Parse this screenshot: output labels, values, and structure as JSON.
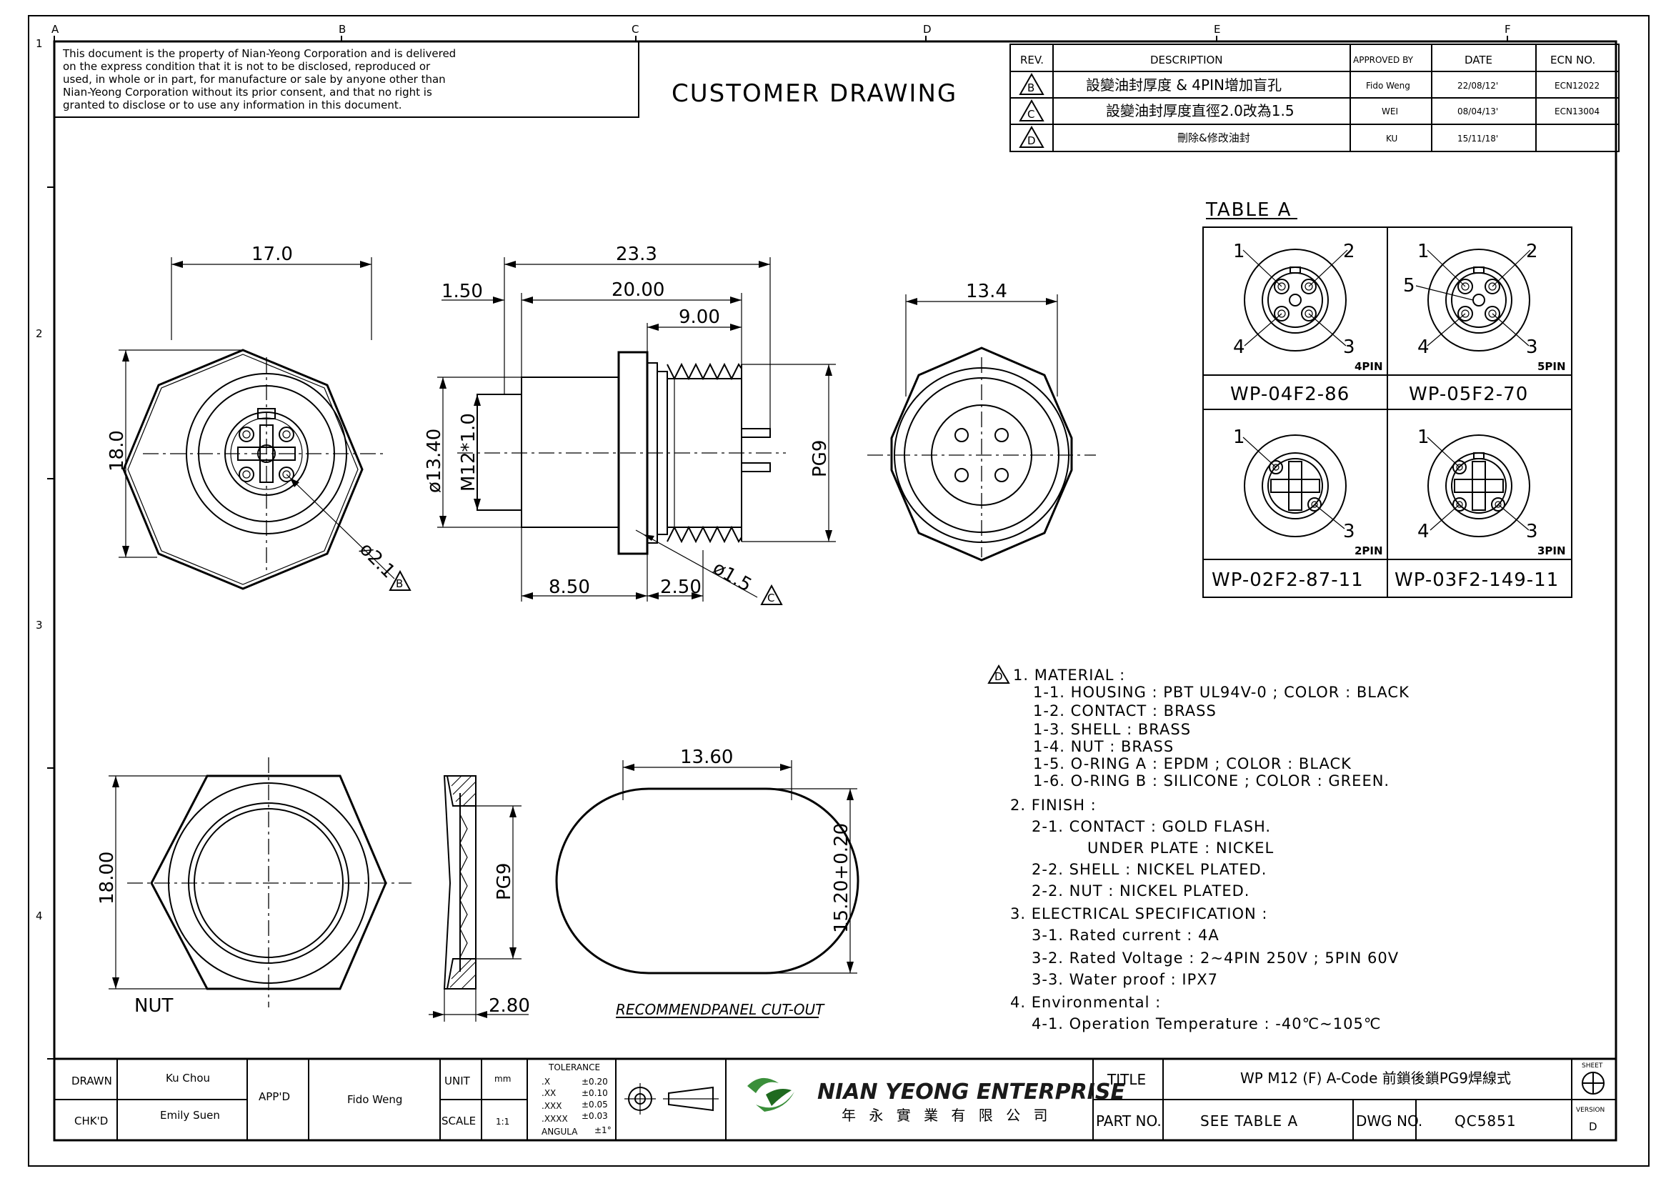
{
  "drawing": {
    "title": "CUSTOMER DRAWING",
    "property_notice": [
      "This document is the property of Nian-Yeong Corporation and is delivered",
      "on  the  express condition that it is not to be disclosed, reproduced or",
      "used, in whole or in part, for manufacture or sale by anyone other than",
      "Nian-Yeong Corporation without  its prior consent, and that  no right  is",
      "granted to disclose or to use any information in this  document."
    ],
    "zone_columns": [
      "A",
      "B",
      "C",
      "D",
      "E",
      "F"
    ],
    "zone_rows": [
      "1",
      "2",
      "3",
      "4"
    ]
  },
  "revision_table": {
    "headers": {
      "rev": "REV.",
      "description": "DESCRIPTION",
      "approved": "APPROVED BY",
      "date": "DATE",
      "ecn": "ECN NO."
    },
    "rows": [
      {
        "rev": "B",
        "description": "設變油封厚度 & 4PIN增加盲孔",
        "approved": "Fido Weng",
        "date": "22/08/12'",
        "ecn": "ECN12022"
      },
      {
        "rev": "C",
        "description": "設變油封厚度直徑2.0改為1.5",
        "approved": "WEI",
        "date": "08/04/13'",
        "ecn": "ECN13004"
      },
      {
        "rev": "D",
        "description": "刪除&修改油封",
        "approved": "KU",
        "date": "15/11/18'",
        "ecn": ""
      }
    ]
  },
  "dimensions": {
    "front_width": "17.0",
    "front_height": "18.0",
    "pin_dia": "ø2.1",
    "pin_dia_rev": "B",
    "side_total": "23.3",
    "side_flange": "1.50",
    "side_body": "20.00",
    "side_thread": "9.00",
    "side_dia": "ø13.40",
    "side_thread_size": "M12*1.0",
    "side_pg": "PG9",
    "side_front": "8.50",
    "side_nut": "2.50",
    "side_hole": "ø1.5",
    "side_hole_rev": "C",
    "rear_dia": "13.4",
    "nut_height": "18.00",
    "nut_label": "NUT",
    "nut_pg": "PG9",
    "nut_thickness": "2.80",
    "cutout_width": "13.60",
    "cutout_height": "15.20+0.20",
    "cutout_label": "RECOMMENDPANEL CUT-OUT"
  },
  "table_a": {
    "title": "TABLE A",
    "cells": [
      {
        "pins": "4PIN",
        "part": "WP-04F2-86",
        "labels": [
          "1",
          "2",
          "4",
          "3"
        ]
      },
      {
        "pins": "5PIN",
        "part": "WP-05F2-70",
        "labels": [
          "1",
          "2",
          "5",
          "4",
          "3"
        ]
      },
      {
        "pins": "2PIN",
        "part": "WP-02F2-87-11",
        "labels": [
          "1",
          "3"
        ]
      },
      {
        "pins": "3PIN",
        "part": "WP-03F2-149-11",
        "labels": [
          "1",
          "4",
          "3"
        ]
      }
    ]
  },
  "notes": {
    "rev_marker": "D",
    "lines": [
      "1. MATERIAL :",
      "1-1. HOUSING : PBT UL94V-0 ; COLOR : BLACK",
      "1-2. CONTACT : BRASS",
      "1-3. SHELL : BRASS",
      "1-4. NUT : BRASS",
      "1-5. O-RING A : EPDM ; COLOR : BLACK",
      "1-6. O-RING B : SILICONE ; COLOR : GREEN.",
      "2. FINISH :",
      "2-1. CONTACT : GOLD FLASH.",
      "UNDER PLATE : NICKEL",
      "2-2. SHELL : NICKEL PLATED.",
      "2-2. NUT : NICKEL PLATED.",
      "3. ELECTRICAL SPECIFICATION :",
      "3-1. Rated current : 4A",
      "3-2. Rated Voltage : 2~4PIN 250V ; 5PIN 60V",
      "3-3. Water proof : IPX7",
      "4. Environmental :",
      "4-1. Operation Temperature : -40℃~105℃"
    ]
  },
  "title_block": {
    "drawn_label": "DRAWN",
    "drawn_value": "Ku Chou",
    "chkd_label": "CHK'D",
    "chkd_value": "Emily Suen",
    "appd_label": "APP'D",
    "appd_value": "Fido Weng",
    "unit_label": "UNIT",
    "unit_value": "mm",
    "scale_label": "SCALE",
    "scale_value": "1:1",
    "tolerance_title": "TOLERANCE",
    "tolerance_rows": [
      {
        "key": ".X",
        "value": "±0.20"
      },
      {
        "key": ".XX",
        "value": "±0.10"
      },
      {
        "key": ".XXX",
        "value": "±0.05"
      },
      {
        "key": ".XXXX",
        "value": "±0.03"
      },
      {
        "key": "ANGULA",
        "value": "±1°"
      }
    ],
    "company_name": "NIAN YEONG ENTERPRISE",
    "company_chinese": "年 永 實 業 有 限 公 司",
    "title_label": "TITLE",
    "title_value": "WP M12 (F) A-Code 前鎖後鎖PG9焊線式",
    "partno_label": "PART NO.",
    "partno_value": "SEE TABLE A",
    "dwgno_label": "DWG NO.",
    "dwgno_value": "QC5851",
    "sheet_label": "SHEET",
    "version_label": "VERSION",
    "version_value": "D"
  }
}
